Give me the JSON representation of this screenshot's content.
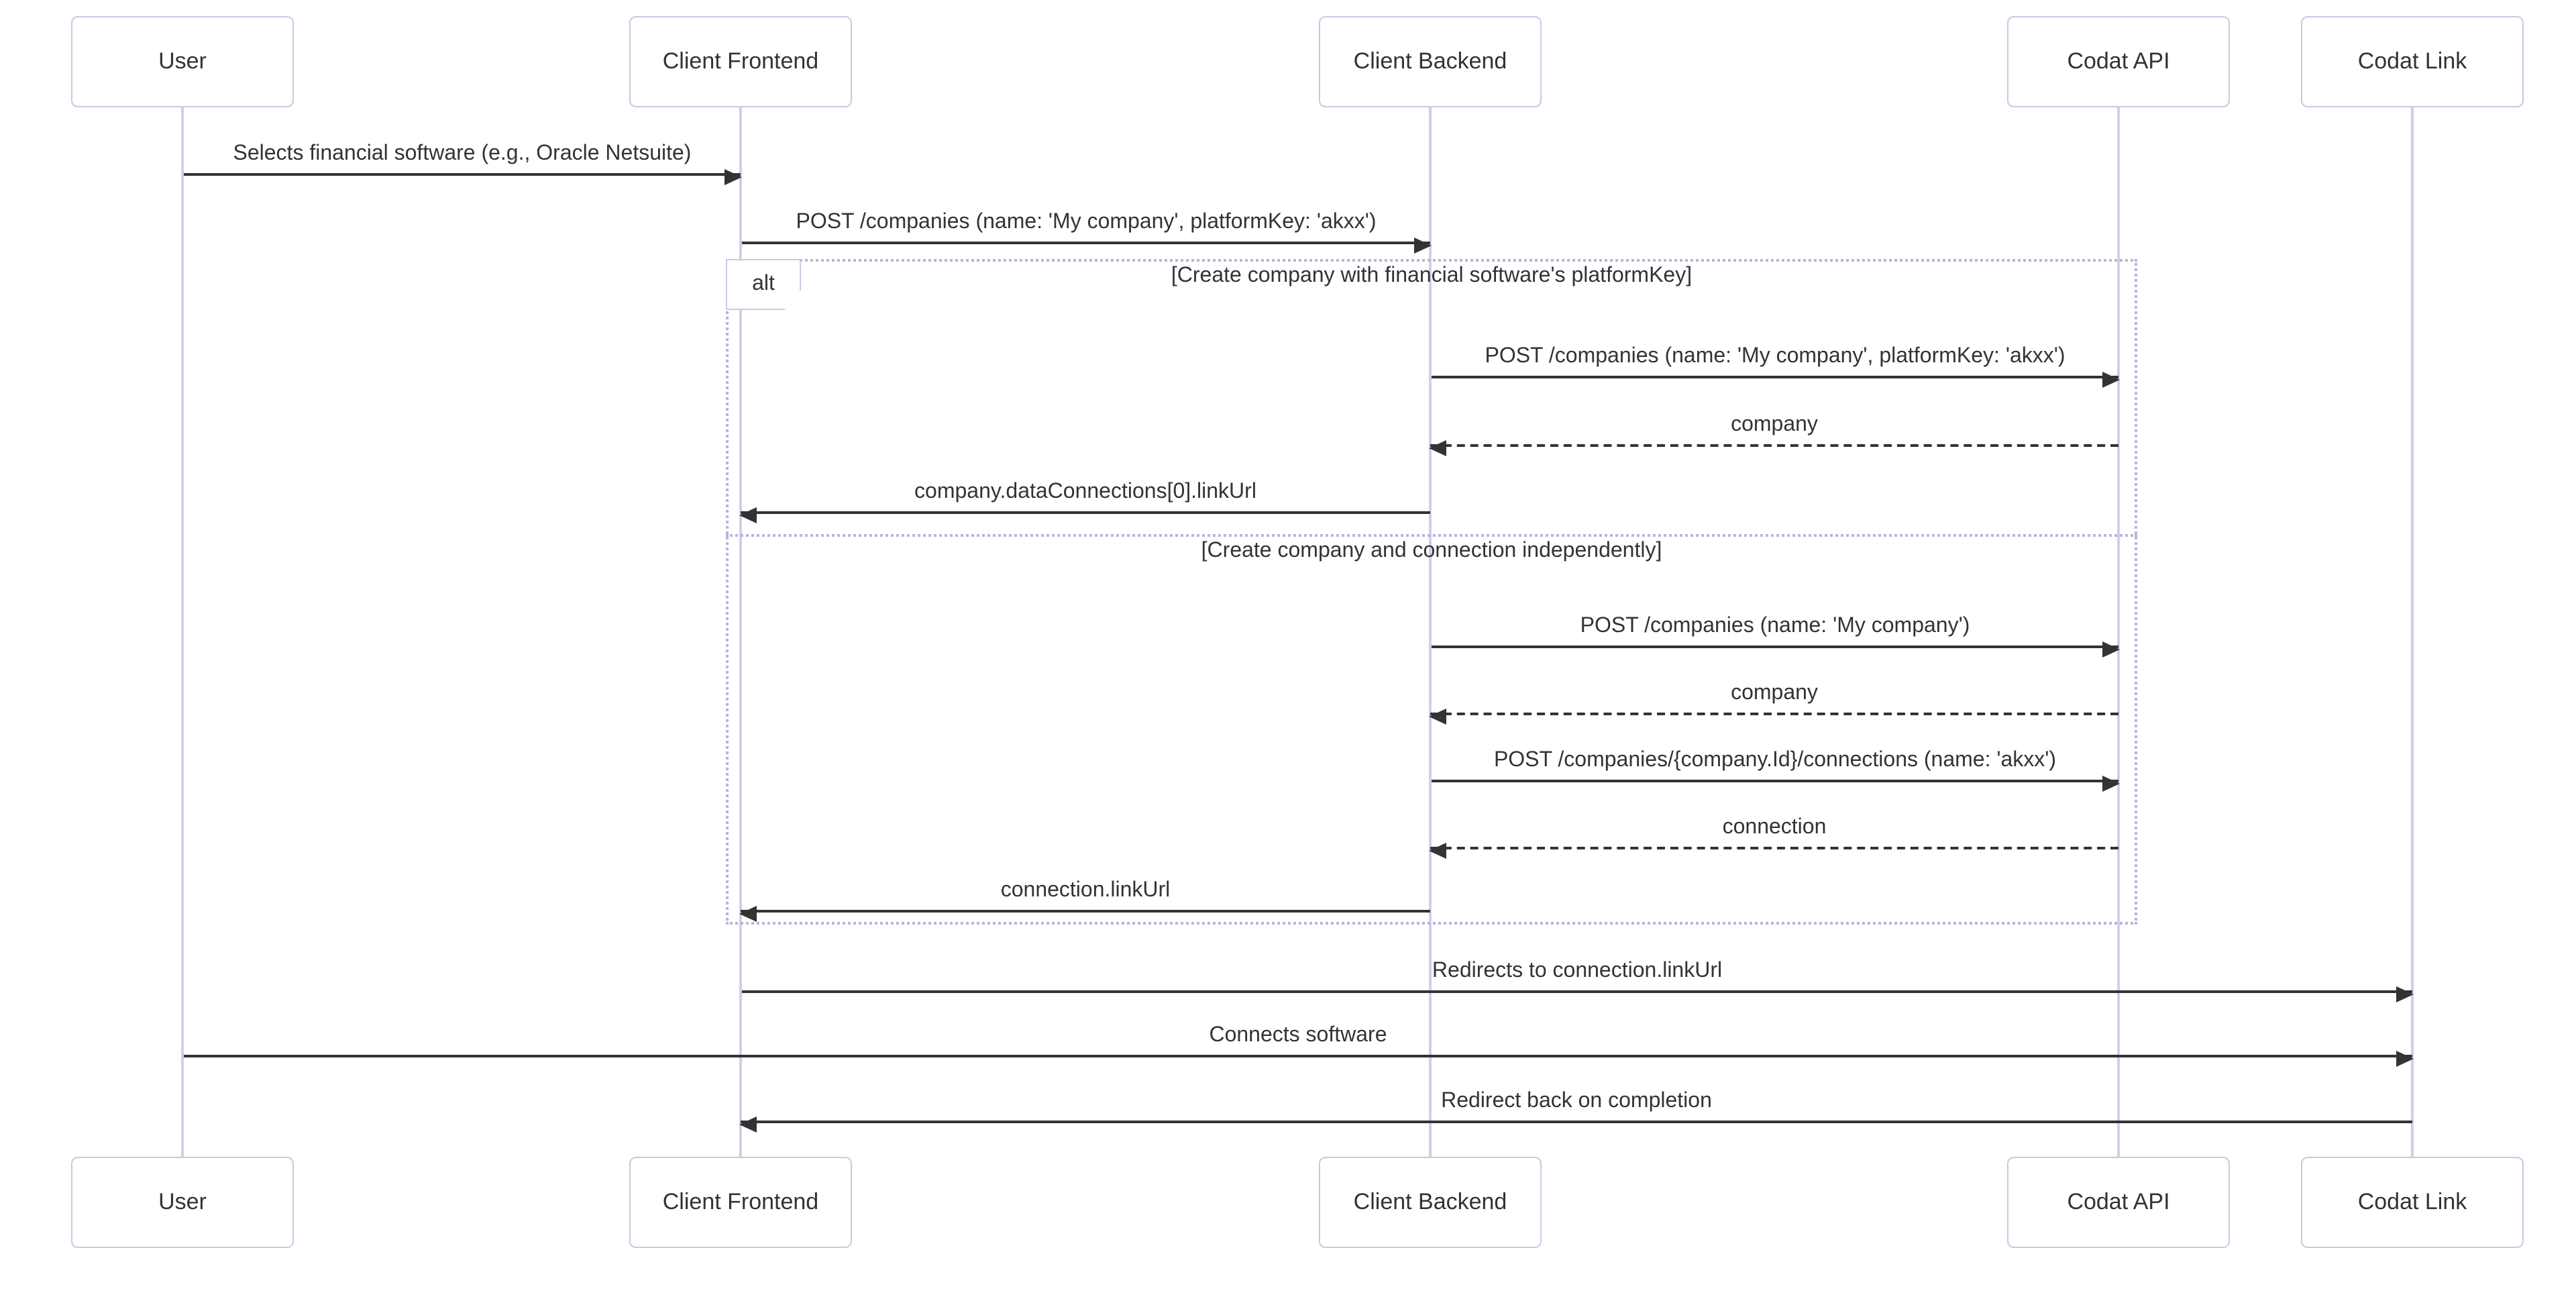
{
  "diagram": {
    "type": "sequence-diagram",
    "participants": [
      {
        "name": "User"
      },
      {
        "name": "Client Frontend"
      },
      {
        "name": "Client Backend"
      },
      {
        "name": "Codat API"
      },
      {
        "name": "Codat Link"
      }
    ],
    "alt_block": {
      "operator": "alt",
      "branches": [
        {
          "condition": "[Create company with financial software's platformKey]"
        },
        {
          "condition": "[Create company and connection independently]"
        }
      ]
    },
    "messages": [
      {
        "from": "User",
        "to": "Client Frontend",
        "label": "Selects financial software (e.g., Oracle Netsuite)",
        "style": "solid",
        "direction": "right"
      },
      {
        "from": "Client Frontend",
        "to": "Client Backend",
        "label": "POST /companies (name: 'My company', platformKey: 'akxx')",
        "style": "solid",
        "direction": "right"
      },
      {
        "from": "Client Backend",
        "to": "Codat API",
        "label": "POST /companies (name: 'My company', platformKey: 'akxx')",
        "style": "solid",
        "direction": "right",
        "branch": 0
      },
      {
        "from": "Codat API",
        "to": "Client Backend",
        "label": "company",
        "style": "dashed",
        "direction": "left",
        "branch": 0
      },
      {
        "from": "Client Backend",
        "to": "Client Frontend",
        "label": "company.dataConnections[0].linkUrl",
        "style": "solid",
        "direction": "left",
        "branch": 0
      },
      {
        "from": "Client Backend",
        "to": "Codat API",
        "label": "POST /companies (name: 'My company')",
        "style": "solid",
        "direction": "right",
        "branch": 1
      },
      {
        "from": "Codat API",
        "to": "Client Backend",
        "label": "company",
        "style": "dashed",
        "direction": "left",
        "branch": 1
      },
      {
        "from": "Client Backend",
        "to": "Codat API",
        "label": "POST /companies/{company.Id}/connections (name: 'akxx')",
        "style": "solid",
        "direction": "right",
        "branch": 1
      },
      {
        "from": "Codat API",
        "to": "Client Backend",
        "label": "connection",
        "style": "dashed",
        "direction": "left",
        "branch": 1
      },
      {
        "from": "Client Backend",
        "to": "Client Frontend",
        "label": "connection.linkUrl",
        "style": "solid",
        "direction": "left",
        "branch": 1
      },
      {
        "from": "Client Frontend",
        "to": "Codat Link",
        "label": "Redirects to connection.linkUrl",
        "style": "solid",
        "direction": "right"
      },
      {
        "from": "User",
        "to": "Codat Link",
        "label": "Connects software",
        "style": "solid",
        "direction": "right"
      },
      {
        "from": "Codat Link",
        "to": "Client Frontend",
        "label": "Redirect back on completion",
        "style": "solid",
        "direction": "left"
      }
    ],
    "colors": {
      "background": "#ffffff",
      "actor_fill": "#ffffff",
      "actor_border": "#c9c9e4",
      "lifeline": "#cfcfe9",
      "frame_border": "#b6b6da",
      "message_line": "#333333",
      "text": "#333333"
    }
  }
}
